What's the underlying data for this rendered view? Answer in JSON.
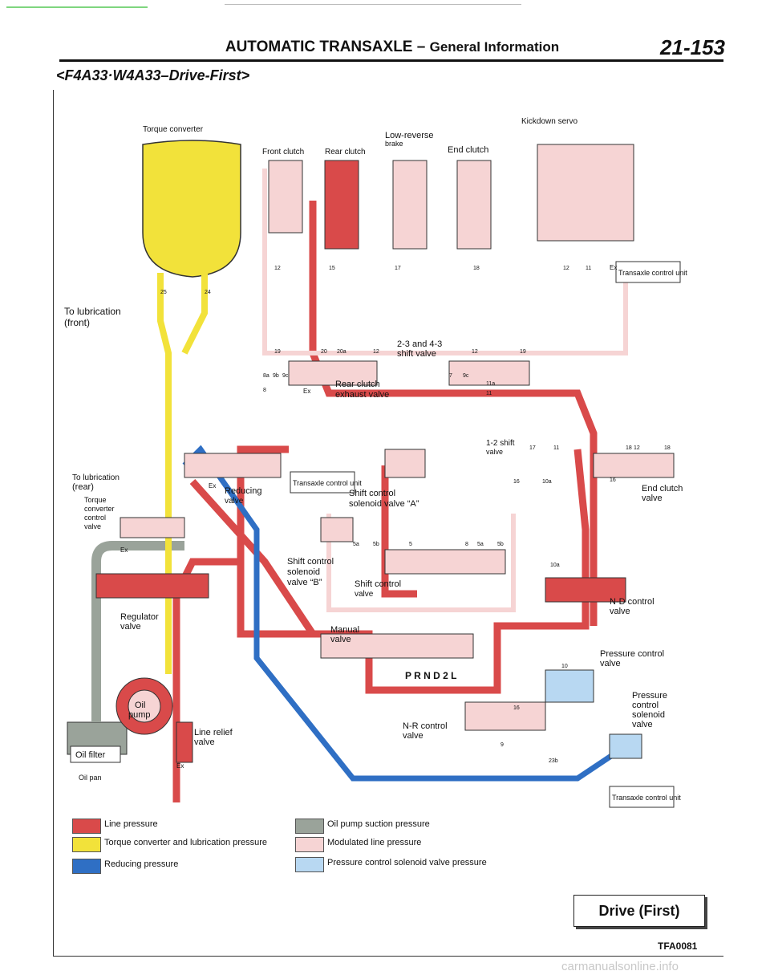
{
  "header": {
    "title": "AUTOMATIC TRANSAXLE",
    "dash": " – ",
    "subtitle": "General Information",
    "page_number": "21-153"
  },
  "model": "<F4A33·W4A33–Drive-First>",
  "diagram": {
    "labels": {
      "torque_converter": "Torque converter",
      "front_clutch": "Front clutch",
      "rear_clutch": "Rear clutch",
      "low_reverse": "Low-reverse",
      "brake": "brake",
      "end_clutch": "End clutch",
      "kickdown_servo": "Kickdown servo",
      "transaxle_control_unit": "Transaxle control unit",
      "to_lub_front_1": "To lubrication",
      "to_lub_front_2": "(front)",
      "valve_2_3": "2-3 and 4-3",
      "shift_valve": "shift valve",
      "rear_clutch_exhaust_1": "Rear clutch",
      "rear_clutch_exhaust_2": "exhaust valve",
      "valve_1_2": "1-2 shift",
      "valve_word": "valve",
      "to_lub_rear_1": "To lubrication",
      "to_lub_rear_2": "(rear)",
      "tc_control_1": "Torque",
      "tc_control_2": "converter",
      "tc_control_3": "control",
      "tc_control_4": "valve",
      "reducing_valve_1": "Reducing",
      "reducing_valve_2": "valve",
      "shift_solenoid_a_1": "Shift control",
      "shift_solenoid_a_2": "solenoid valve “A”",
      "end_clutch_valve_1": "End clutch",
      "end_clutch_valve_2": "valve",
      "shift_solenoid_b_1": "Shift control",
      "shift_solenoid_b_2": "solenoid",
      "shift_solenoid_b_3": "valve “B”",
      "shift_control_valve_1": "Shift control",
      "shift_control_valve_2": "valve",
      "nd_control_1": "N-D control",
      "nd_control_2": "valve",
      "regulator_1": "Regulator",
      "regulator_2": "valve",
      "manual_1": "Manual",
      "manual_2": "valve",
      "pressure_control_valve_1": "Pressure control",
      "pressure_control_valve_2": "valve",
      "prnd": "P R N D 2 L",
      "pc_solenoid_1": "Pressure",
      "pc_solenoid_2": "control",
      "pc_solenoid_3": "solenoid",
      "pc_solenoid_4": "valve",
      "oil_pump_1": "Oil",
      "oil_pump_2": "pump",
      "nr_control_1": "N-R control",
      "nr_control_2": "valve",
      "line_relief_1": "Line relief",
      "line_relief_2": "valve",
      "oil_filter": "Oil filter",
      "oil_pan": "Oil pan",
      "ex": "Ex"
    },
    "ports": [
      "12",
      "15",
      "17",
      "18",
      "12",
      "11",
      "25",
      "24",
      "19",
      "20",
      "20a",
      "12",
      "12",
      "19",
      "9b",
      "9c",
      "8a",
      "8",
      "7",
      "9c",
      "11a",
      "11",
      "17",
      "11",
      "18",
      "16",
      "12",
      "18",
      "16",
      "10a",
      "5a",
      "5b",
      "5a",
      "5b",
      "5",
      "8",
      "10a",
      "10",
      "16",
      "9",
      "23b"
    ]
  },
  "legend": [
    {
      "label": "Line pressure",
      "color": "#d94a4a"
    },
    {
      "label": "Torque converter and lubrication pressure",
      "color": "#f2e23a"
    },
    {
      "label": "Reducing pressure",
      "color": "#2f6fc4"
    },
    {
      "label": "Oil pump suction pressure",
      "color": "#9aa39a"
    },
    {
      "label": "Modulated line pressure",
      "color": "#f6d4d4"
    },
    {
      "label": "Pressure control solenoid valve pressure",
      "color": "#b8d8f2"
    }
  ],
  "footer": {
    "mode": "Drive (First)",
    "code": "TFA0081",
    "watermark": "carmanualsonline.info"
  }
}
